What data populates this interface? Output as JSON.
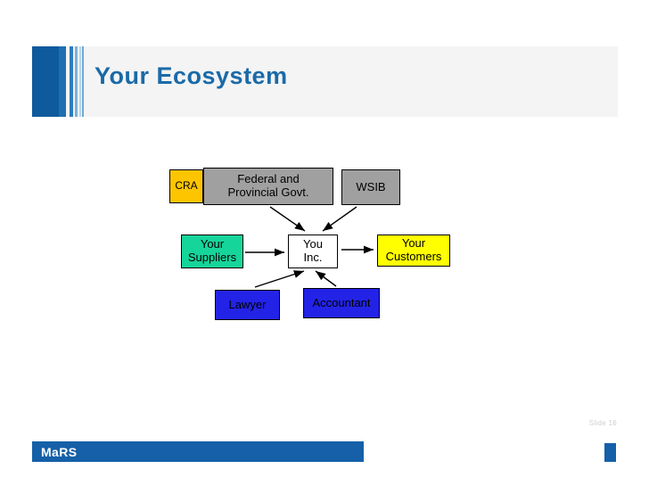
{
  "header": {
    "title": "Your Ecosystem",
    "accent_color": "#1a6aa8",
    "band_color": "#f4f4f4",
    "deco_color": "#0e5a9c"
  },
  "diagram": {
    "nodes": [
      {
        "id": "cra",
        "label": "CRA",
        "color": "#fdc500"
      },
      {
        "id": "gov",
        "label": "Federal and Provincial Govt.",
        "color": "#a0a0a0"
      },
      {
        "id": "wsib",
        "label": "WSIB",
        "color": "#a0a0a0"
      },
      {
        "id": "suppliers",
        "label": "Your Suppliers",
        "color": "#16d59a"
      },
      {
        "id": "you",
        "label": "You Inc.",
        "color": "#ffffff"
      },
      {
        "id": "customers",
        "label": "Your Customers",
        "color": "#ffff00"
      },
      {
        "id": "lawyer",
        "label": "Lawyer",
        "color": "#2323e8"
      },
      {
        "id": "accountant",
        "label": "Accountant",
        "color": "#2323e8"
      }
    ],
    "node_lines": {
      "cra": [
        "CRA"
      ],
      "gov": [
        "Federal and",
        "Provincial Govt."
      ],
      "wsib": [
        "WSIB"
      ],
      "suppliers": [
        "Your",
        "Suppliers"
      ],
      "you": [
        "You",
        "Inc."
      ],
      "customers": [
        "Your",
        "Customers"
      ],
      "lawyer": [
        "Lawyer"
      ],
      "accountant": [
        "Accountant"
      ]
    },
    "edges": [
      {
        "from": "gov",
        "to": "you"
      },
      {
        "from": "wsib",
        "to": "you"
      },
      {
        "from": "suppliers",
        "to": "you"
      },
      {
        "from": "you",
        "to": "customers"
      },
      {
        "from": "lawyer",
        "to": "you"
      },
      {
        "from": "accountant",
        "to": "you"
      }
    ]
  },
  "footer": {
    "brand": "MaRS",
    "slide_number": "Slide 16",
    "bar_color": "#1560a8"
  }
}
